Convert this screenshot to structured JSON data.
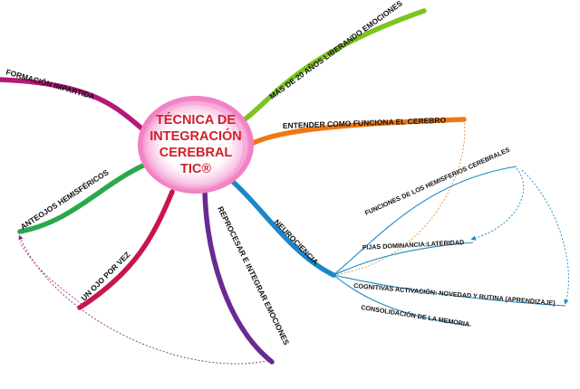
{
  "central": {
    "lines": [
      "TÉCNICA DE",
      "INTEGRACIÓN",
      "CEREBRAL",
      "TIC®"
    ]
  },
  "branches": {
    "formacion": "FORMACIÓN IMPARTIDA",
    "mas20": "MÁS DE 20 AÑOS LIBERANDO EMOCIONES",
    "entender": "ENTENDER COMO FUNCIONA EL CEREBRO",
    "anteojos": "ANTEOJOS HEMISFÉRICOS",
    "unojo": "UN OJO POR VEZ",
    "reprocesar": "REPROCESAR E INTEGRAR EMOCIONES",
    "neuro": "NEUROCIENCIA"
  },
  "neuro_children": {
    "funciones": "FUNCIONES DE LOS HEMISFERIOS CEREBRALES",
    "fijas": "FIJAS DOMINANCIA:LATERIDAD",
    "cognitivas": "COGNITIVAS ACTIVACIÓN: NOVEDAD Y RUTINA (APRENDIZAJE)",
    "consolidacion": "CONSOLIDACIÓN DE LA MEMORIA"
  },
  "colors": {
    "center_text": "#d11f2a",
    "center_glow": "#f078c0",
    "formacion": "#b5177a",
    "mas20": "#7cc41f",
    "entender": "#f07814",
    "anteojos": "#2aa84a",
    "unojo": "#c8164a",
    "reprocesar": "#6a2a90",
    "neuro": "#1a88c8"
  }
}
